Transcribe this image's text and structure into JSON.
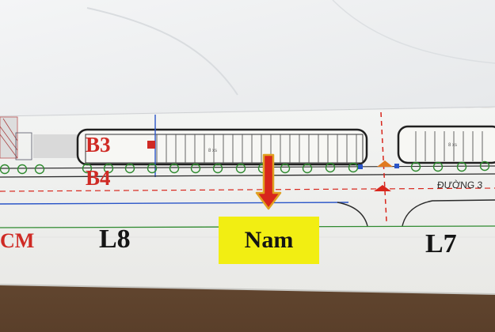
{
  "labels": {
    "b3": "B3",
    "b4": "B4",
    "left_partial": "CM",
    "lot_left": "L8",
    "lot_right": "L7",
    "direction": "Nam",
    "road": "ĐƯỜNG 3",
    "dim_left": "8 xs",
    "dim_right": "8 xs"
  },
  "colors": {
    "label_red": "#cf2a24",
    "highlight_yellow": "#f2ee12",
    "arrow_red": "#d8261c",
    "arrow_outline": "#e0a020",
    "plan_green": "#2f8a2f",
    "plan_blue": "#2a55c8"
  },
  "icons": {
    "direction_arrow": "down-arrow-icon",
    "section_marker": "triangle-marker-icon"
  }
}
